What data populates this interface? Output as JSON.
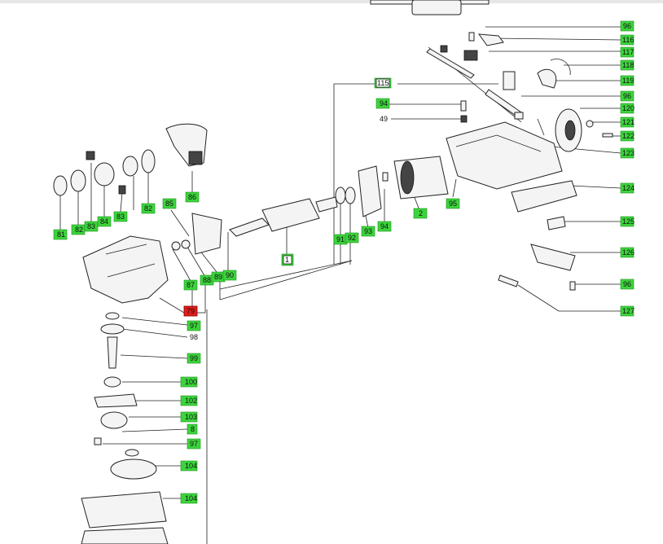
{
  "labels": {
    "l96a": "96",
    "l116": "116",
    "l117": "117",
    "l118": "118",
    "l119": "119",
    "l96b": "96",
    "l115": "115",
    "l94a": "94",
    "l49": "49",
    "l120": "120",
    "l121": "121",
    "l122": "122",
    "l123": "123",
    "l124": "124",
    "l125": "125",
    "l126": "126",
    "l96c": "96",
    "l127": "127",
    "l86": "86",
    "l85": "85",
    "l81": "81",
    "l82a": "82",
    "l83a": "83",
    "l84": "84",
    "l83b": "83",
    "l82b": "82",
    "l91": "91",
    "l92": "92",
    "l93": "93",
    "l94b": "94",
    "l2": "2",
    "l95": "95",
    "l1": "1",
    "l87": "87",
    "l88": "88",
    "l89": "89",
    "l90": "90",
    "l79": "79",
    "l97a": "97",
    "l98": "98",
    "l99": "99",
    "l100": "100",
    "l102": "102",
    "l103": "103",
    "l8": "8",
    "l97b": "97",
    "l104a": "104",
    "l104b": "104"
  }
}
